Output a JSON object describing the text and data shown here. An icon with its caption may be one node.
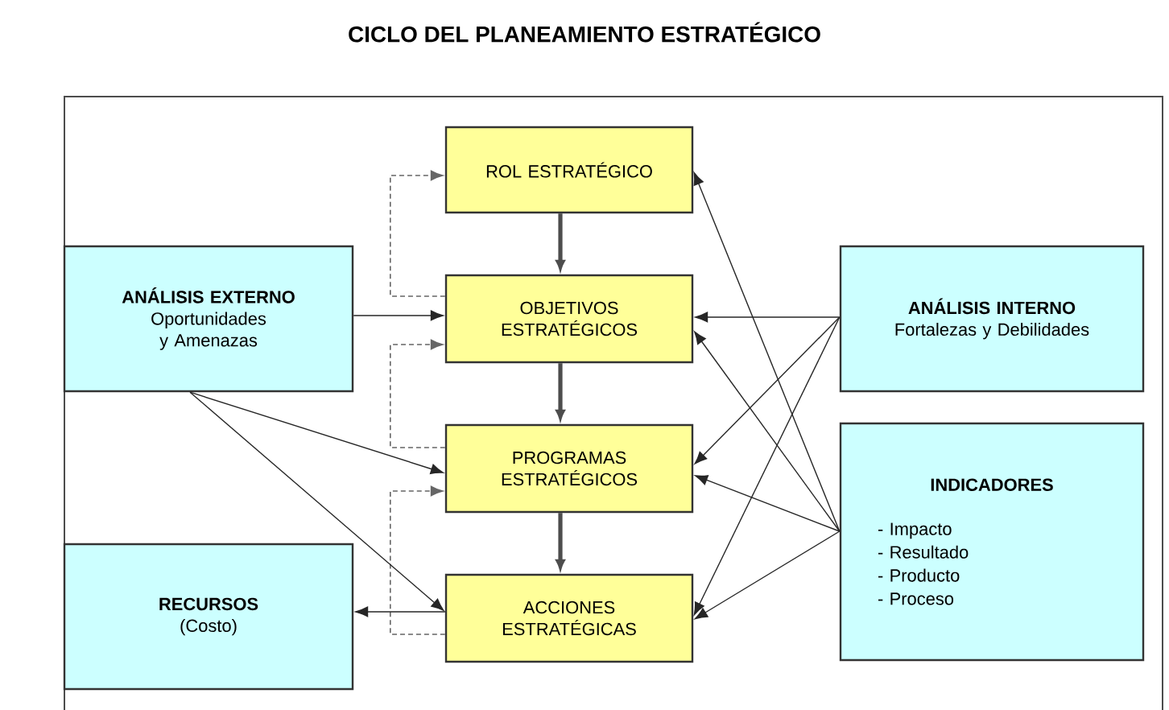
{
  "diagram": {
    "title": "CICLO DEL PLANEAMIENTO ESTRATÉGICO",
    "nodes": [
      {
        "text": [
          "ROL ESTRATÉGICO"
        ]
      },
      {
        "text": [
          "OBJETIVOS ESTRATÉGICOS"
        ]
      },
      {
        "text": [
          "PROGRAMAS ESTRATÉGICOS"
        ]
      },
      {
        "text": [
          "ACCIONES ESTRATÉGICAS"
        ]
      },
      {
        "text": [
          "ANÁLISIS EXTERNO",
          "Oportunidades y Amenazas"
        ]
      },
      {
        "text": [
          "RECURSOS",
          "(Costo)"
        ]
      },
      {
        "text": [
          "ANÁLISIS INTERNO",
          "Fortalezas y Debilidades"
        ]
      },
      {
        "text": [
          "INDICADORES",
          "- Impacto",
          "- Resultado",
          "- Producto",
          "- Proceso"
        ]
      }
    ],
    "edges": [
      {
        "from": 0,
        "to": 1,
        "arrow": "to",
        "style": "thick",
        "color": "#4d4d4d"
      },
      {
        "from": 1,
        "to": 2,
        "arrow": "to",
        "style": "thick",
        "color": "#4d4d4d"
      },
      {
        "from": 2,
        "to": 3,
        "arrow": "to",
        "style": "thick",
        "color": "#4d4d4d"
      },
      {
        "from": 1,
        "to": 0,
        "arrow": "to",
        "style": "dashed",
        "color": "#666666"
      },
      {
        "from": 2,
        "to": 1,
        "arrow": "to",
        "style": "dashed",
        "color": "#666666"
      },
      {
        "from": 3,
        "to": 2,
        "arrow": "to",
        "style": "dashed",
        "color": "#666666"
      },
      {
        "from": 4,
        "to": 1,
        "arrow": "to"
      },
      {
        "from": 4,
        "to": 2,
        "arrow": "to"
      },
      {
        "from": 4,
        "to": 3,
        "arrow": "to"
      },
      {
        "from": 3,
        "to": 5,
        "arrow": "to"
      },
      {
        "from": 6,
        "to": 1,
        "arrow": "to"
      },
      {
        "from": 6,
        "to": 2,
        "arrow": "to"
      },
      {
        "from": 6,
        "to": 3,
        "arrow": "to"
      },
      {
        "from": 7,
        "to": 0,
        "arrow": "to"
      },
      {
        "from": 7,
        "to": 1,
        "arrow": "to"
      },
      {
        "from": 7,
        "to": 2,
        "arrow": "to"
      },
      {
        "from": 7,
        "to": 3,
        "arrow": "to"
      }
    ]
  }
}
